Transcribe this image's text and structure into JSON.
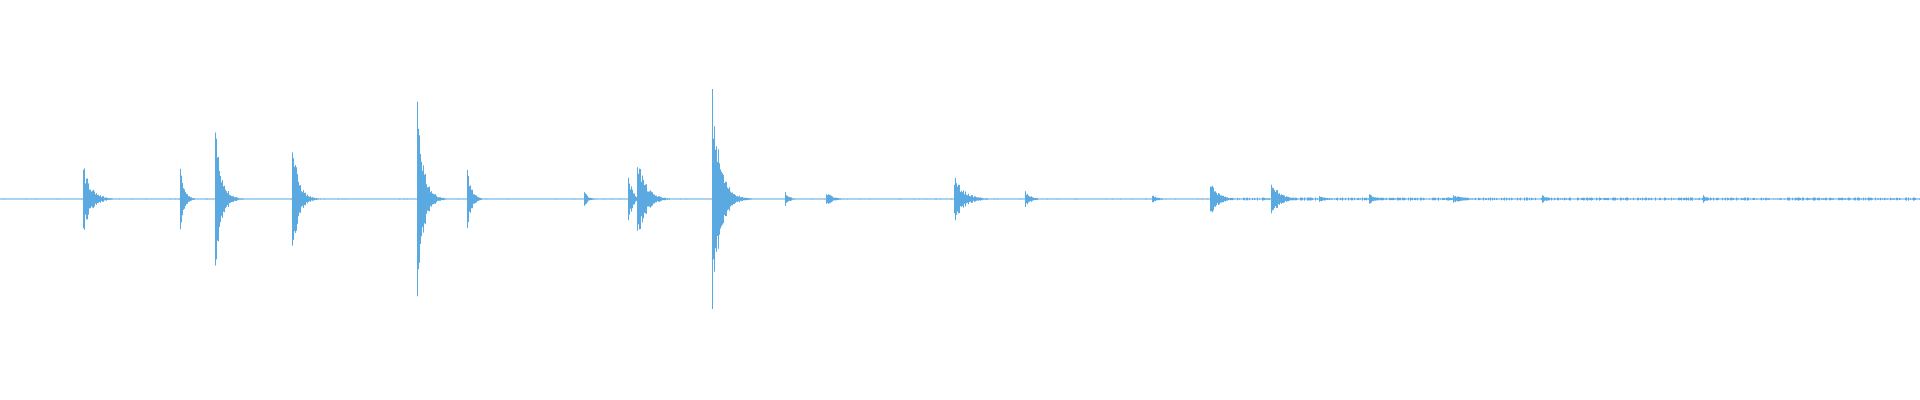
{
  "waveform": {
    "color": "#5aa9e0",
    "background": "#ffffff",
    "style": "audio amplitude waveform, mostly silent baseline with sparse transient spikes",
    "duration_fraction_markers": "none shown",
    "transients": [
      {
        "pos": 0.043,
        "amp": 0.09,
        "decay": 0.004
      },
      {
        "pos": 0.094,
        "amp": 0.08,
        "decay": 0.002
      },
      {
        "pos": 0.112,
        "amp": 0.2,
        "decay": 0.003
      },
      {
        "pos": 0.152,
        "amp": 0.16,
        "decay": 0.003
      },
      {
        "pos": 0.217,
        "amp": 0.28,
        "decay": 0.003
      },
      {
        "pos": 0.243,
        "amp": 0.09,
        "decay": 0.002
      },
      {
        "pos": 0.304,
        "amp": 0.02,
        "decay": 0.002
      },
      {
        "pos": 0.327,
        "amp": 0.07,
        "decay": 0.002
      },
      {
        "pos": 0.332,
        "amp": 0.12,
        "decay": 0.004
      },
      {
        "pos": 0.371,
        "amp": 0.28,
        "decay": 0.004
      },
      {
        "pos": 0.409,
        "amp": 0.02,
        "decay": 0.002
      },
      {
        "pos": 0.43,
        "amp": 0.02,
        "decay": 0.003
      },
      {
        "pos": 0.497,
        "amp": 0.06,
        "decay": 0.005
      },
      {
        "pos": 0.534,
        "amp": 0.02,
        "decay": 0.003
      },
      {
        "pos": 0.6,
        "amp": 0.01,
        "decay": 0.003
      },
      {
        "pos": 0.63,
        "amp": 0.045,
        "decay": 0.004
      },
      {
        "pos": 0.662,
        "amp": 0.05,
        "decay": 0.004
      },
      {
        "pos": 0.687,
        "amp": 0.01,
        "decay": 0.003
      },
      {
        "pos": 0.713,
        "amp": 0.012,
        "decay": 0.004
      },
      {
        "pos": 0.757,
        "amp": 0.01,
        "decay": 0.006
      },
      {
        "pos": 0.803,
        "amp": 0.01,
        "decay": 0.003
      },
      {
        "pos": 0.887,
        "amp": 0.012,
        "decay": 0.002
      }
    ]
  }
}
